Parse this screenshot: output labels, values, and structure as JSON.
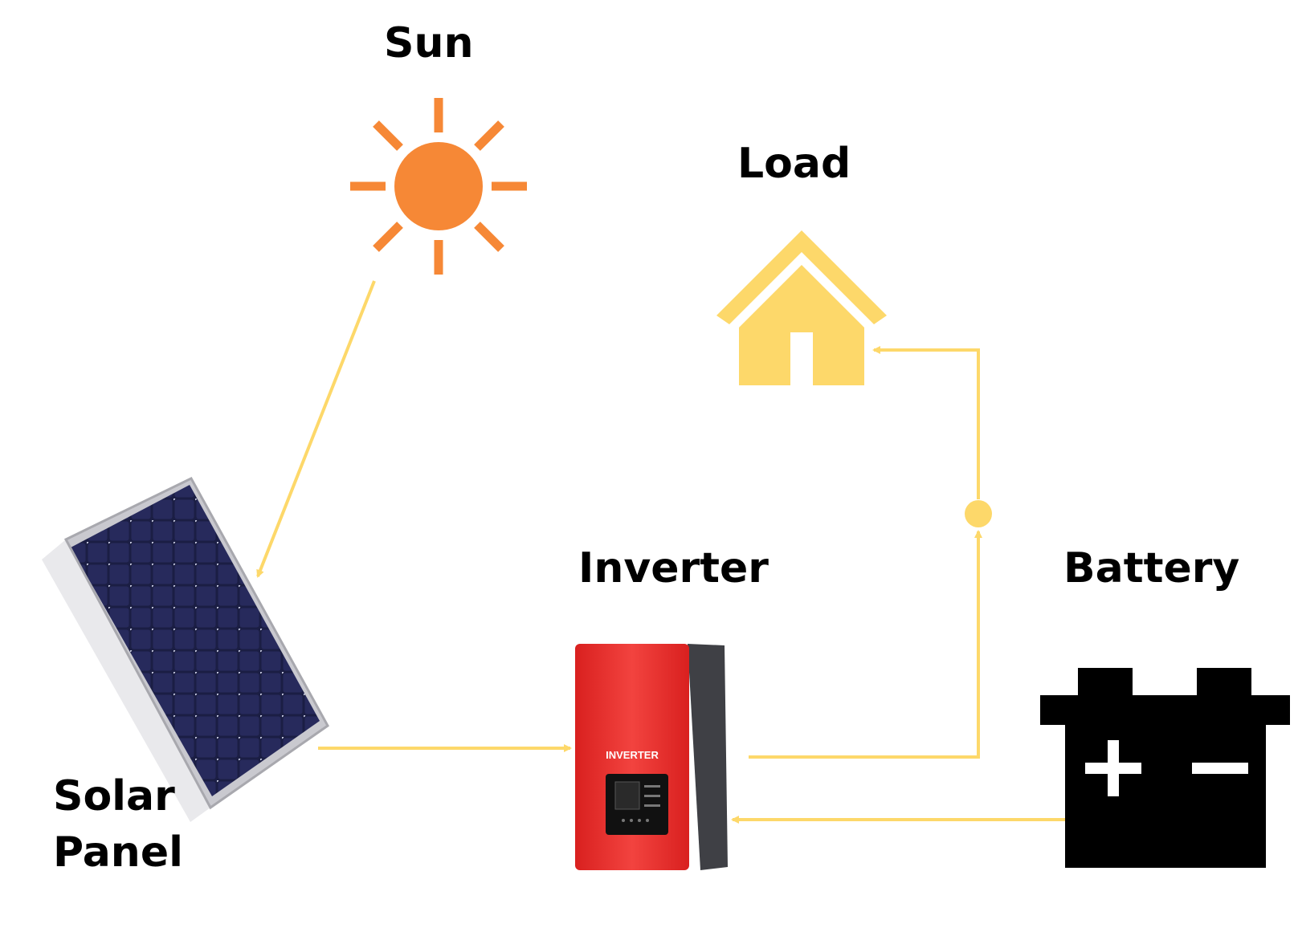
{
  "labels": {
    "sun": "Sun",
    "load": "Load",
    "inverter": "Inverter",
    "battery": "Battery",
    "solar_panel_line1": "Solar",
    "solar_panel_line2": "Panel"
  },
  "inverter_device": {
    "front_text": "INVERTER"
  },
  "colors": {
    "sun": "#F68836",
    "flow": "#FDD86A",
    "house": "#FDD86A",
    "battery": "#000000",
    "inverter_body": "#E8302F",
    "solar_cells": "#1C1F45"
  },
  "icons": [
    "sun-icon",
    "house-icon",
    "solar-panel-image",
    "inverter-image",
    "battery-icon"
  ]
}
